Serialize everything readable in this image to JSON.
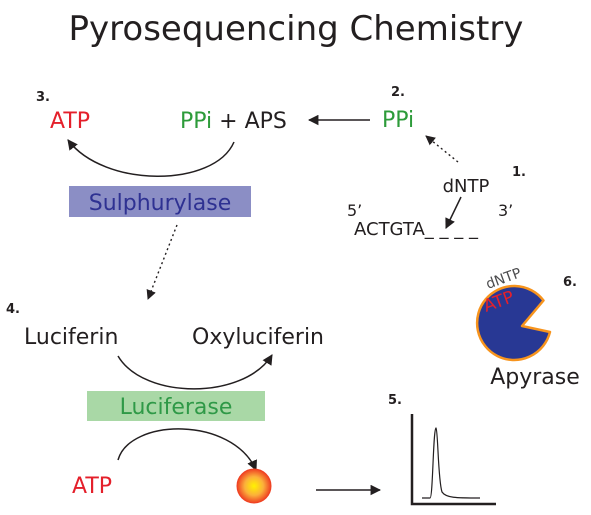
{
  "title": "Pyrosequencing Chemistry",
  "colors": {
    "red": "#e4202b",
    "green": "#2d9b3a",
    "text": "#231f20",
    "sulph_box": "#8b8ec5",
    "sulph_text": "#2e3192",
    "luci_box": "#a9d8a6",
    "luci_text": "#2f9947",
    "apyrase_body": "#283894",
    "apyrase_rim": "#f7941d"
  },
  "steps": {
    "s1": "1.",
    "s2": "2.",
    "s3": "3.",
    "s4": "4.",
    "s5": "5.",
    "s6": "6."
  },
  "step1": {
    "dntp": "dNTP",
    "five_prime": "5’",
    "three_prime": "3’",
    "sequence": "ACTGTA_ _ _ _"
  },
  "step2": {
    "ppi": "PPi"
  },
  "step3": {
    "atp": "ATP",
    "ppi": "PPi",
    "plus_aps": " + APS",
    "enzyme": "Sulphurylase"
  },
  "step4": {
    "luciferin": "Luciferin",
    "oxyluciferin": "Oxyluciferin",
    "enzyme": "Luciferase",
    "atp": "ATP"
  },
  "step6": {
    "dntp": "dNTP",
    "atp": "ATP",
    "enzyme": "Apyrase"
  }
}
